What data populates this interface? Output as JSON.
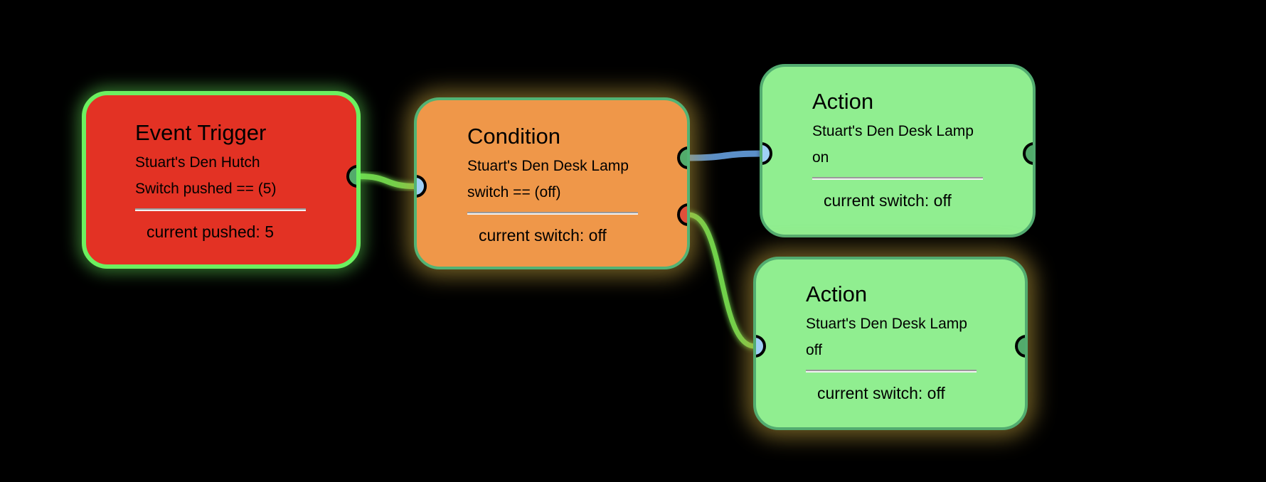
{
  "colors": {
    "background": "#000000",
    "trigger_fill": "#e33224",
    "trigger_border": "#6cf060",
    "condition_fill": "#ef9749",
    "action_fill": "#90ee90",
    "node_border": "#52ac70",
    "port_input": "#9fcff5",
    "port_output_true": "#52ab6b",
    "port_output_false": "#e0503a",
    "edge_active": "#6fd24c",
    "edge_inactive": "#5b8fc8"
  },
  "nodes": {
    "trigger": {
      "type": "Event Trigger",
      "device": "Stuart's Den Hutch",
      "rule": "Switch pushed == (5)",
      "current": "current pushed: 5",
      "state": "active"
    },
    "condition": {
      "type": "Condition",
      "device": "Stuart's Den Desk Lamp",
      "rule": "switch == (off)",
      "current": "current switch: off",
      "state": "evaluating"
    },
    "action_on": {
      "type": "Action",
      "device": "Stuart's Den Desk Lamp",
      "rule": "on",
      "current": "current switch: off",
      "state": "idle"
    },
    "action_off": {
      "type": "Action",
      "device": "Stuart's Den Desk Lamp",
      "rule": "off",
      "current": "current switch: off",
      "state": "executing"
    }
  },
  "edges": [
    {
      "from": "trigger.out",
      "to": "condition.in",
      "state": "active"
    },
    {
      "from": "condition.true",
      "to": "action_on.in",
      "state": "inactive"
    },
    {
      "from": "condition.false",
      "to": "action_off.in",
      "state": "active"
    }
  ]
}
